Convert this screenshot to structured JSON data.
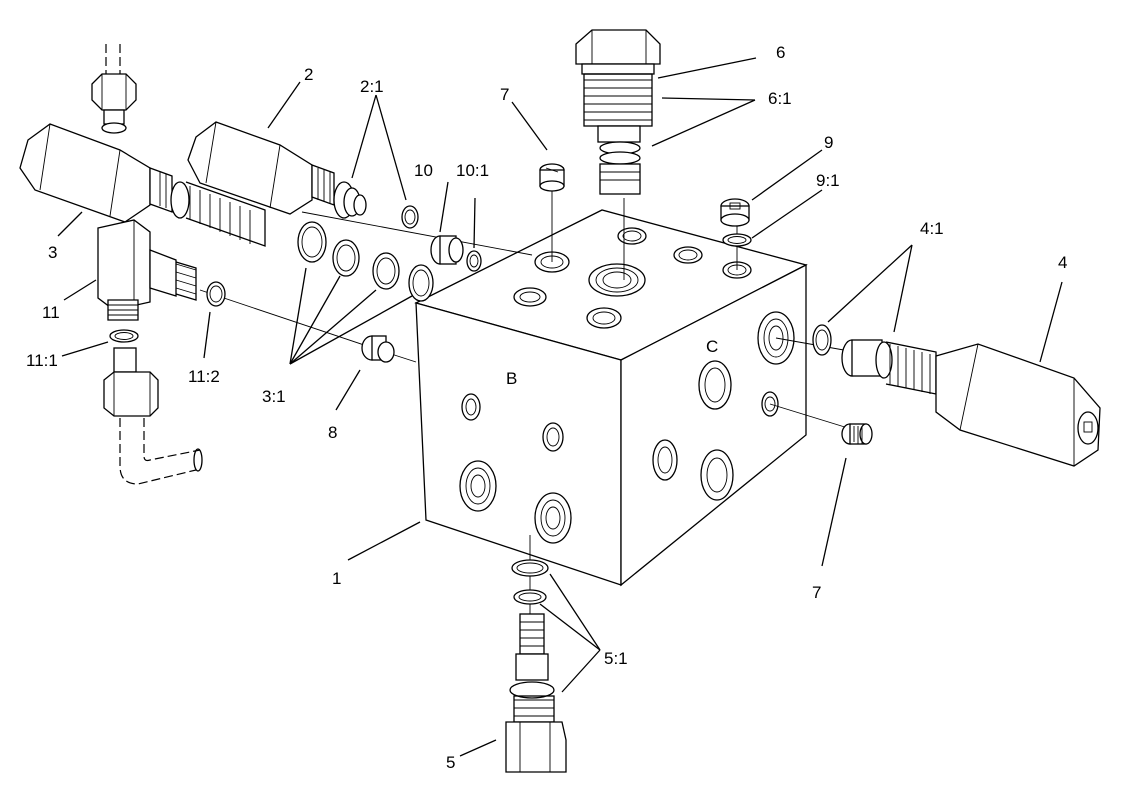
{
  "callouts": [
    {
      "id": "c1",
      "text": "1"
    },
    {
      "id": "c2",
      "text": "2"
    },
    {
      "id": "c2_1",
      "text": "2:1"
    },
    {
      "id": "c3",
      "text": "3"
    },
    {
      "id": "c3_1",
      "text": "3:1"
    },
    {
      "id": "c4",
      "text": "4"
    },
    {
      "id": "c4_1",
      "text": "4:1"
    },
    {
      "id": "c5",
      "text": "5"
    },
    {
      "id": "c5_1",
      "text": "5:1"
    },
    {
      "id": "c6",
      "text": "6"
    },
    {
      "id": "c6_1",
      "text": "6:1"
    },
    {
      "id": "c7a",
      "text": "7"
    },
    {
      "id": "c7b",
      "text": "7"
    },
    {
      "id": "c8",
      "text": "8"
    },
    {
      "id": "c9",
      "text": "9"
    },
    {
      "id": "c9_1",
      "text": "9:1"
    },
    {
      "id": "c10",
      "text": "10"
    },
    {
      "id": "c10_1",
      "text": "10:1"
    },
    {
      "id": "c11",
      "text": "11"
    },
    {
      "id": "c11_1",
      "text": "11:1"
    },
    {
      "id": "c11_2",
      "text": "11:2"
    }
  ],
  "face_labels": {
    "b": "B",
    "c": "C"
  }
}
